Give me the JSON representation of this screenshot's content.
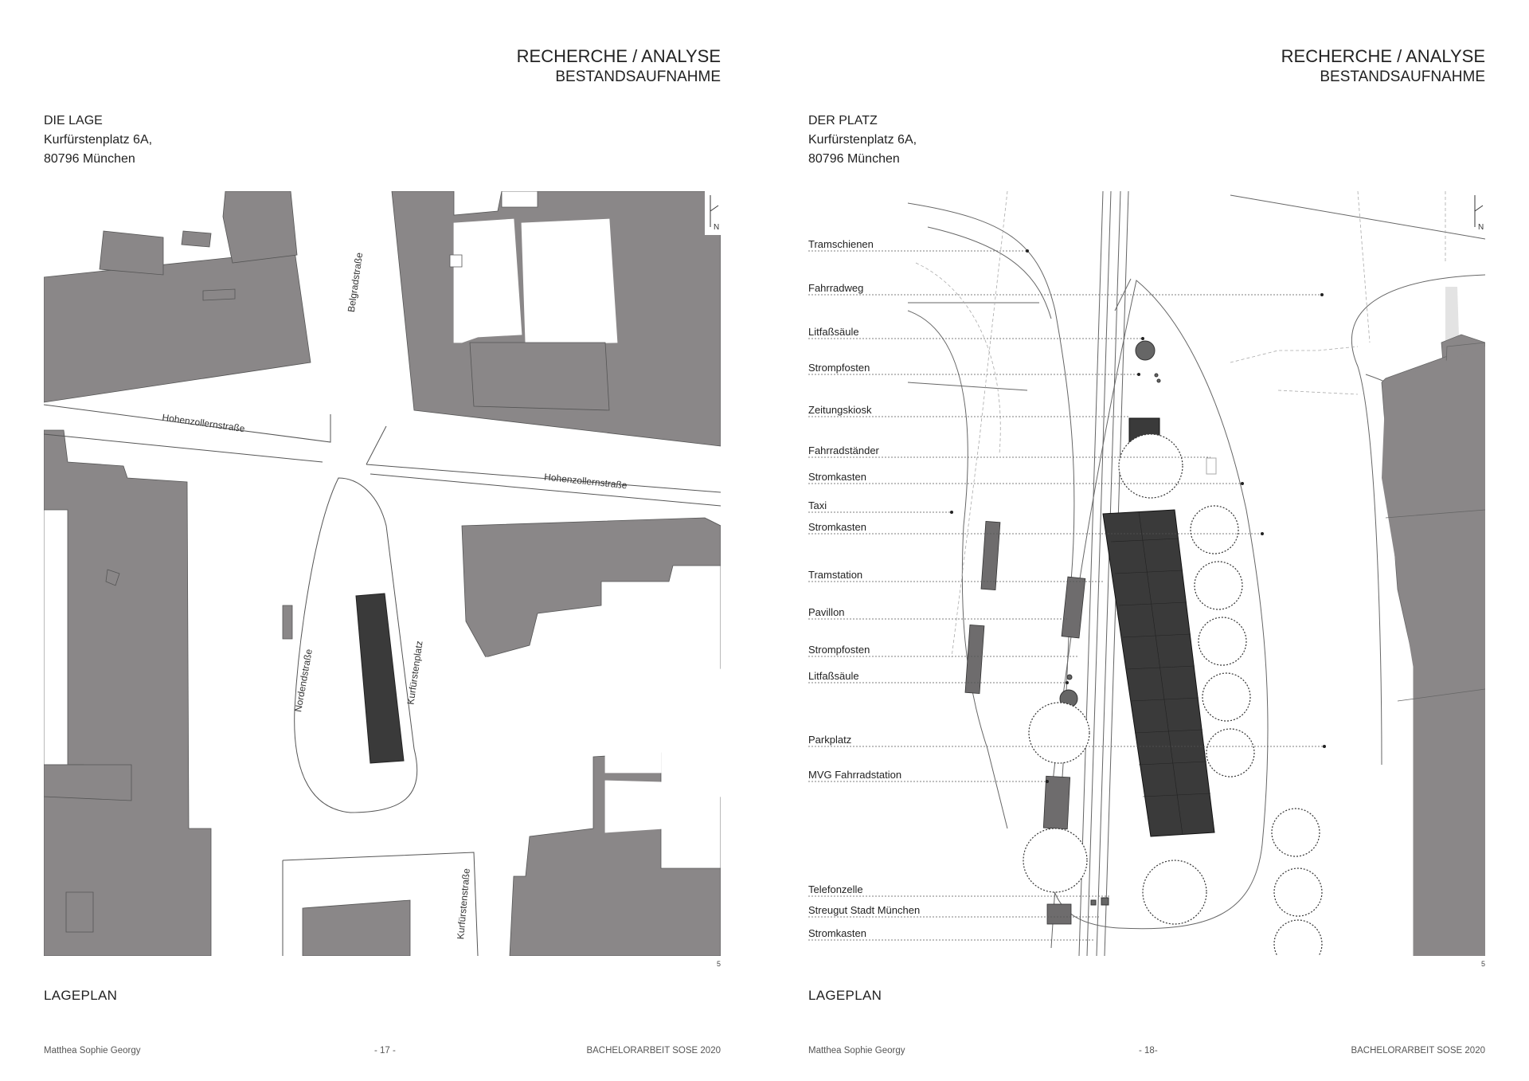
{
  "left_page": {
    "header": {
      "title": "RECHERCHE / ANALYSE",
      "subtitle": "BESTANDSAUFNAHME"
    },
    "location": {
      "heading": "DIE LAGE",
      "street": "Kurfürstenplatz 6A,",
      "city": "80796 München"
    },
    "streets": [
      "Belgradstraße",
      "Hohenzollernstraße",
      "Hohenzollernstraße",
      "Nordendstraße",
      "Kurfürstenplatz",
      "Kurfürstenstraße"
    ],
    "map_page_number": "5",
    "caption": "LAGEPLAN",
    "footer": {
      "author": "Matthea Sophie Georgy",
      "page": "- 17 -",
      "thesis": "BACHELORARBEIT SOSE 2020"
    }
  },
  "right_page": {
    "header": {
      "title": "RECHERCHE / ANALYSE",
      "subtitle": "BESTANDSAUFNAHME"
    },
    "location": {
      "heading": "DER PLATZ",
      "street": "Kurfürstenplatz 6A,",
      "city": "80796 München"
    },
    "labels": [
      "Tramschienen",
      "Fahrradweg",
      "Litfaßsäule",
      "Strompfosten",
      "Zeitungskiosk",
      "Fahrradständer",
      "Stromkasten",
      "Taxi",
      "Stromkasten",
      "Tramstation",
      "Pavillon",
      "Strompfosten",
      "Litfaßsäule",
      "Parkplatz",
      "MVG Fahrradstation",
      "Telefonzelle",
      "Streugut Stadt München",
      "Stromkasten"
    ],
    "map_page_number": "5",
    "caption": "LAGEPLAN",
    "footer": {
      "author": "Matthea Sophie Georgy",
      "page": "- 18-",
      "thesis": "BACHELORARBEIT SOSE 2020"
    }
  },
  "north_arrow_label": "N",
  "colors": {
    "building": "#8a8788",
    "kiosk": "#3a3a3a",
    "paper": "#ffffff",
    "line": "#555555"
  }
}
